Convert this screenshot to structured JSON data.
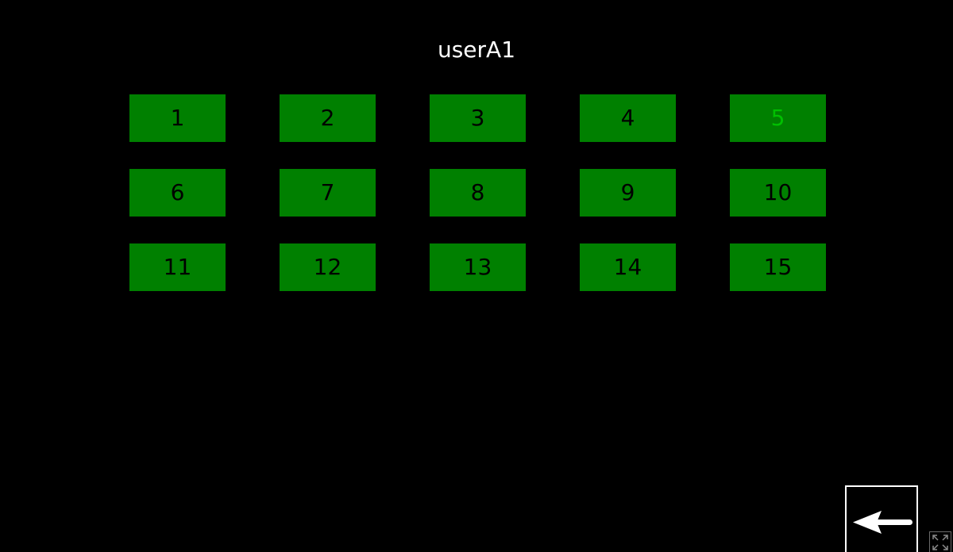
{
  "header": {
    "title": "userA1"
  },
  "grid": {
    "selected": "5",
    "items": [
      "1",
      "2",
      "3",
      "4",
      "5",
      "6",
      "7",
      "8",
      "9",
      "10",
      "11",
      "12",
      "13",
      "14",
      "15"
    ]
  },
  "controls": {
    "back_icon": "left-arrow-icon",
    "fullscreen_icon": "expand-arrows-icon"
  },
  "colors": {
    "background": "#000000",
    "tile": "#008000",
    "tile_text": "#000000",
    "selected_text": "#00c000",
    "title_text": "#ffffff"
  }
}
